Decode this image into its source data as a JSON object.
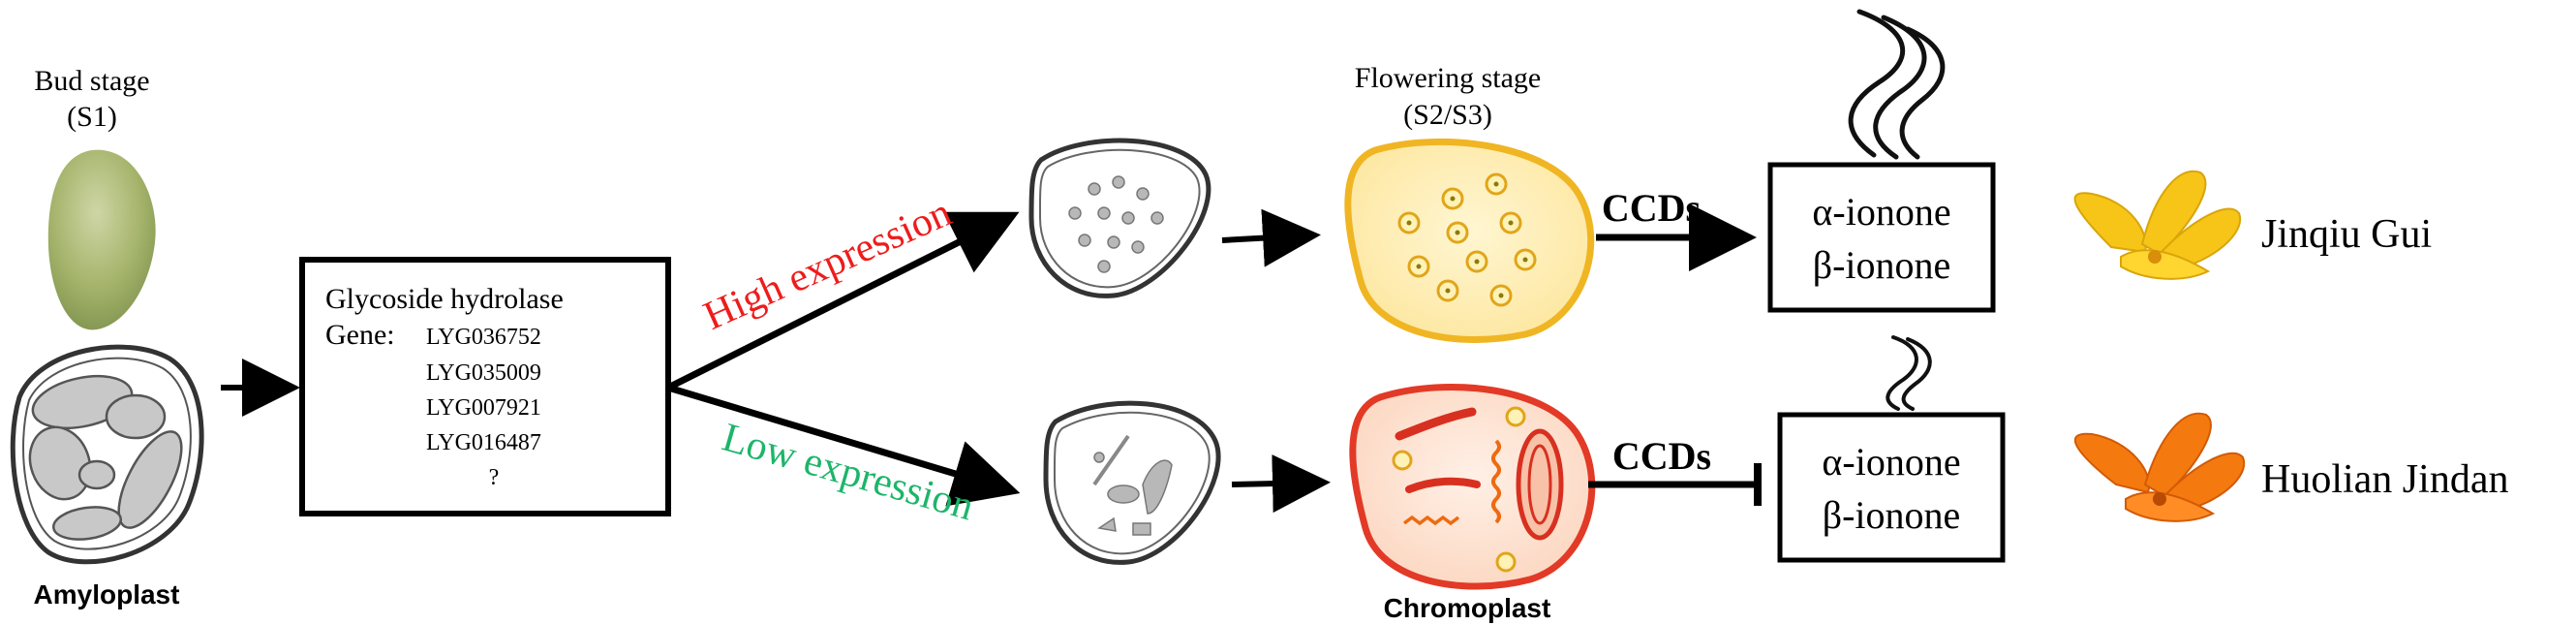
{
  "bud_stage": {
    "title": "Bud stage",
    "code": "(S1)"
  },
  "amyloplast_label": "Amyloplast",
  "hydrolase_box": {
    "title": "Glycoside hydrolase",
    "gene_prefix": "Gene:",
    "genes": [
      "LYG036752",
      "LYG035009",
      "LYG007921",
      "LYG016487",
      "?"
    ]
  },
  "high_expression": "High expression",
  "low_expression": "Low expression",
  "flowering_stage": {
    "title": "Flowering stage",
    "code": "(S2/S3)"
  },
  "chromoplast_label": "Chromoplast",
  "ccds_top": "CCDs",
  "ccds_bottom": "CCDs",
  "top_products": [
    "α-ionone",
    "β-ionone"
  ],
  "bottom_products": [
    "α-ionone",
    "β-ionone"
  ],
  "cultivar_top": "Jinqiu Gui",
  "cultivar_bottom": "Huolian Jindan",
  "colors": {
    "high_expression": "#ee1c1c",
    "low_expression": "#1db56a",
    "yellow_flower": "#f6c518",
    "orange_flower": "#f47a10",
    "chromoplast_fill": "#fde4cf",
    "chromoplast_border": "#e23a26",
    "yellow_plastid_fill": "#fff2b6",
    "yellow_plastid_border": "#f0b523",
    "petal": "#a7b56a"
  }
}
